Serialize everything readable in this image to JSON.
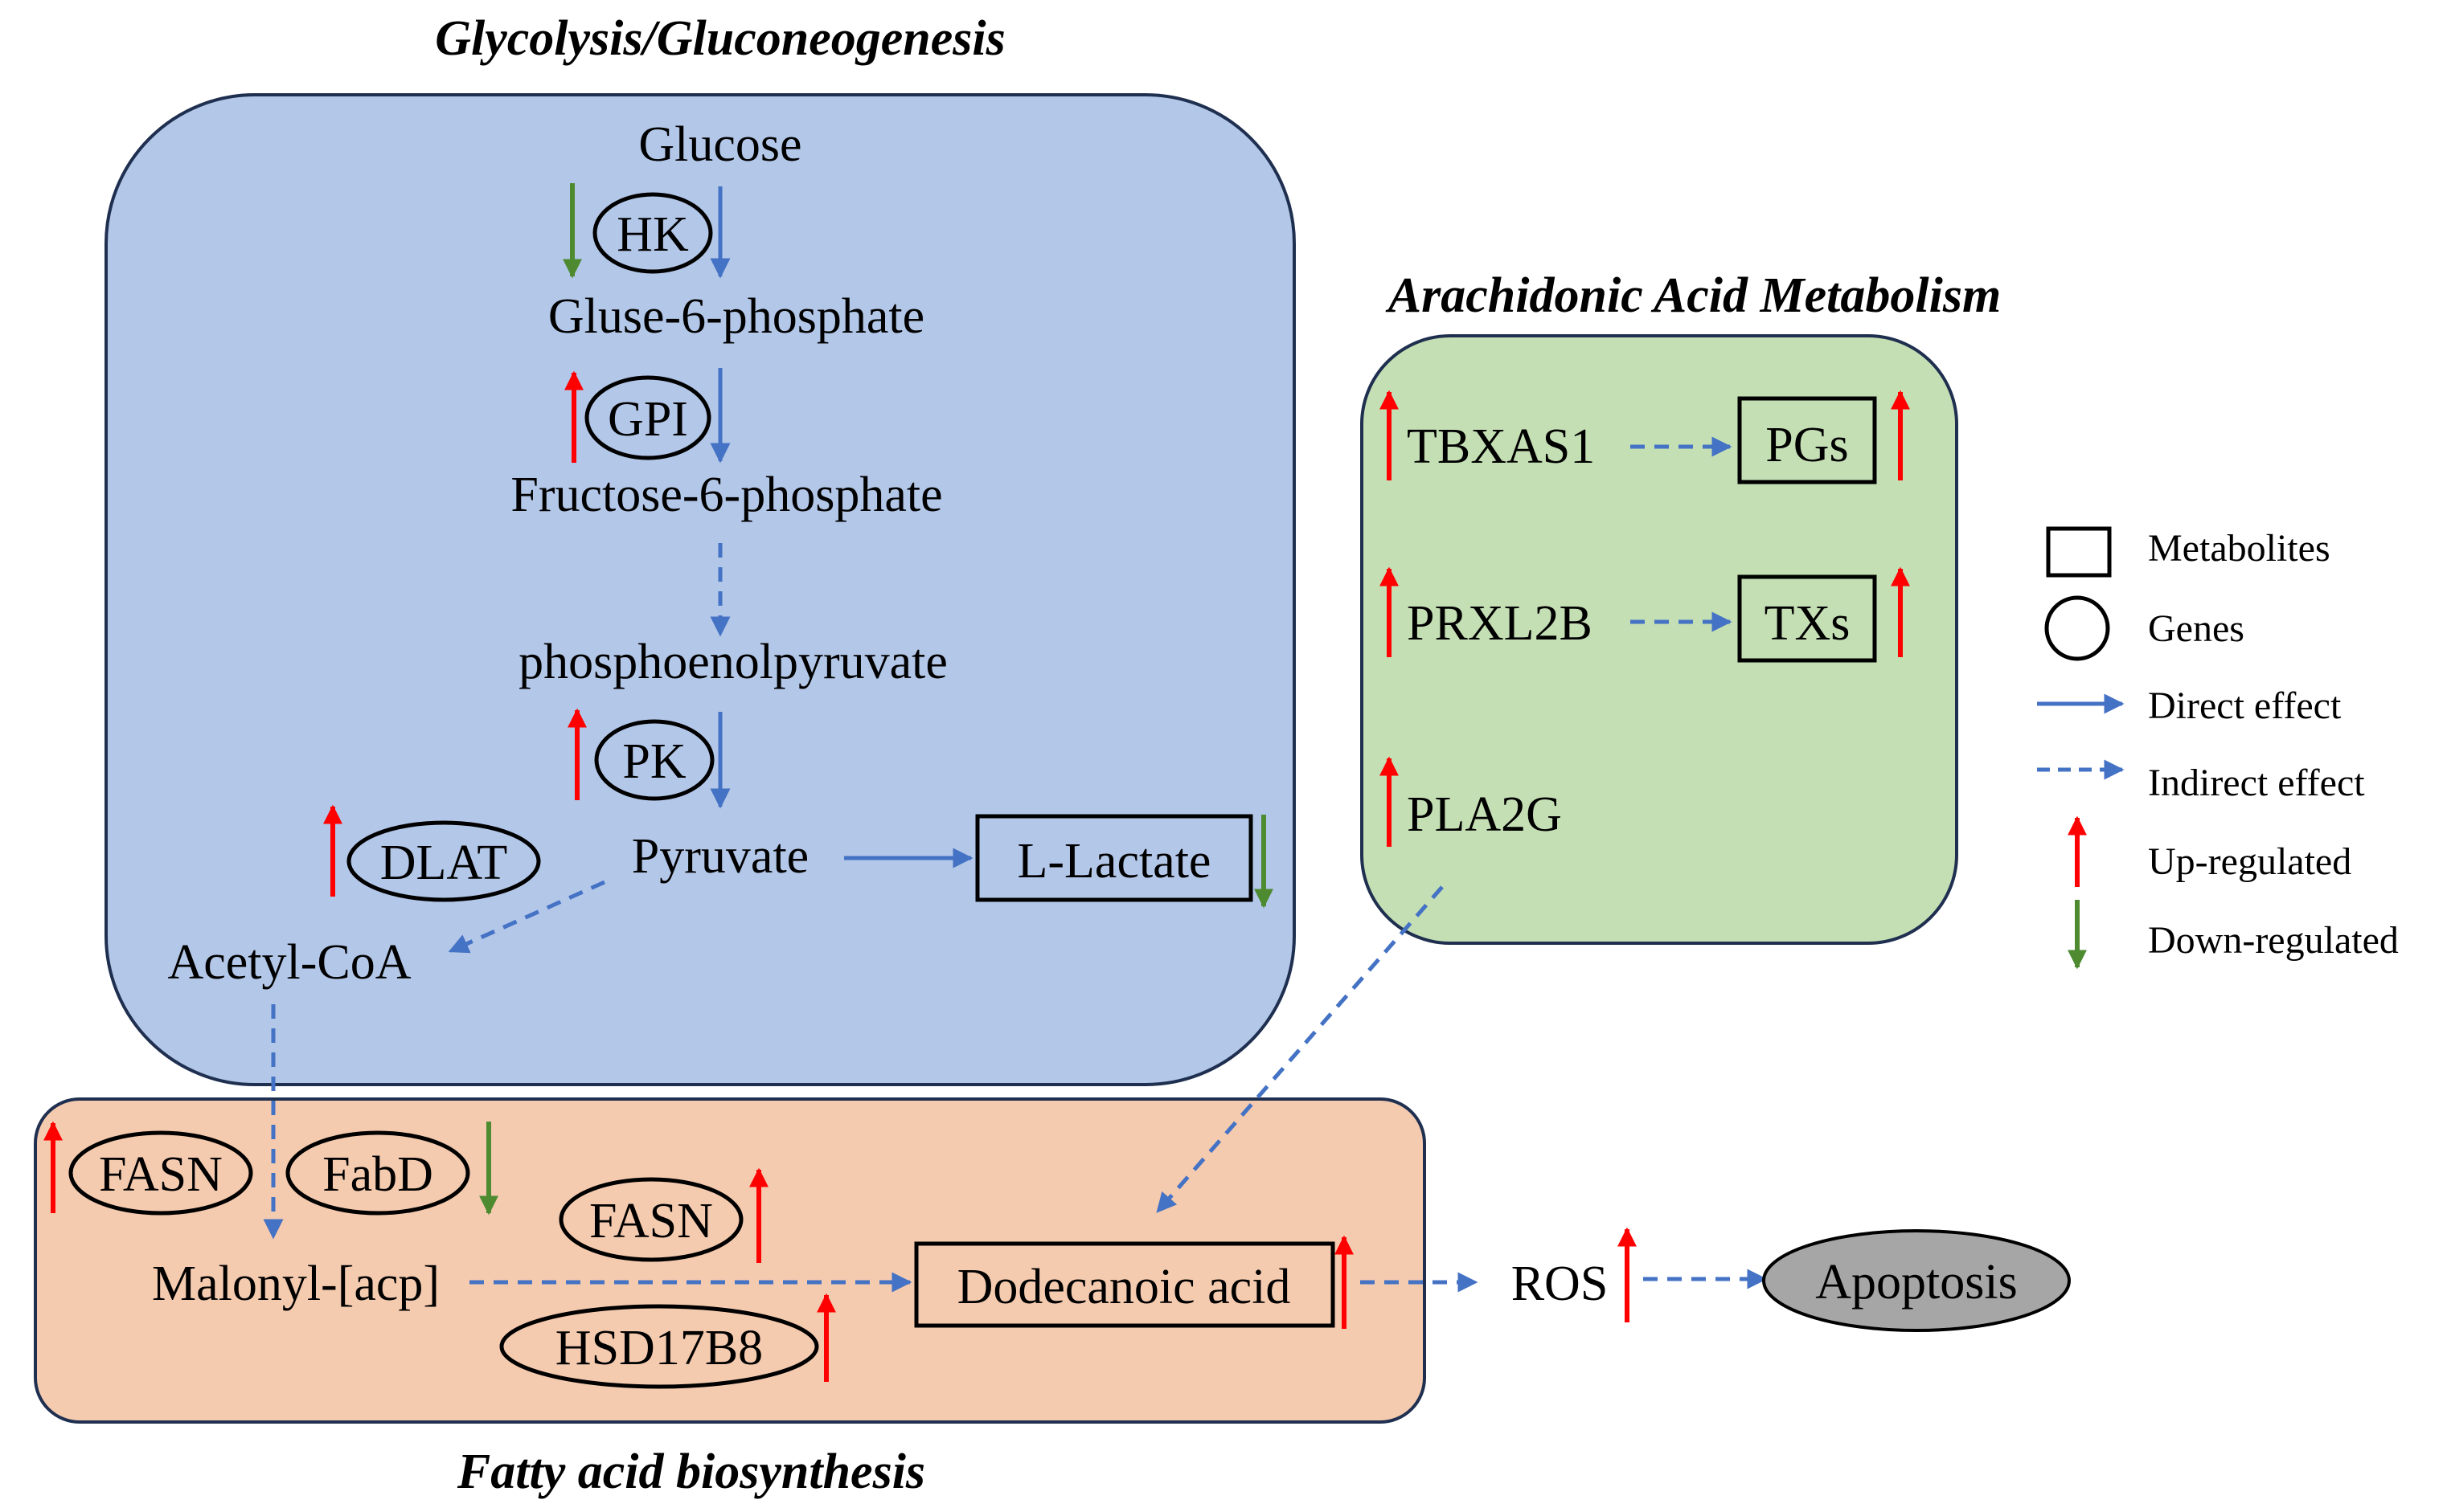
{
  "sections": {
    "glycolysis_title": "Glycolysis/Gluconeogenesis",
    "arachidonic_title": "Arachidonic Acid Metabolism",
    "fatty_acid_title": "Fatty acid biosynthesis"
  },
  "metabolites": {
    "glucose": "Glucose",
    "g6p": "Gluse-6-phosphate",
    "f6p": "Fructose-6-phosphate",
    "pep": "phosphoenolpyruvate",
    "pyruvate": "Pyruvate",
    "lactate": "L-Lactate",
    "acetyl_coa": "Acetyl-CoA",
    "malonyl": "Malonyl-[acp]",
    "dodecanoic": "Dodecanoic acid",
    "pgs": "PGs",
    "txs": "TXs",
    "ros": "ROS",
    "apoptosis": "Apoptosis"
  },
  "genes": {
    "hk": "HK",
    "gpi": "GPI",
    "pk": "PK",
    "dlat": "DLAT",
    "fasn_left": "FASN",
    "fabd": "FabD",
    "fasn_mid": "FASN",
    "hsd17b8": "HSD17B8",
    "tbxas1": "TBXAS1",
    "prxl2b": "PRXL2B",
    "pla2g": "PLA2G"
  },
  "legend": {
    "metabolites": "Metabolites",
    "genes": "Genes",
    "direct": "Direct effect",
    "indirect": "Indirect effect",
    "up": "Up-regulated",
    "down": "Down-regulated"
  },
  "colors": {
    "glycolysis_fill": "#b3c7e8",
    "arachidonic_fill": "#c5dfb5",
    "fatty_fill": "#f5cbb0",
    "arrow_blue": "#4472c4",
    "up_red": "#ff0000",
    "down_green": "#4d8a30",
    "apoptosis_fill": "#a6a6a6"
  }
}
